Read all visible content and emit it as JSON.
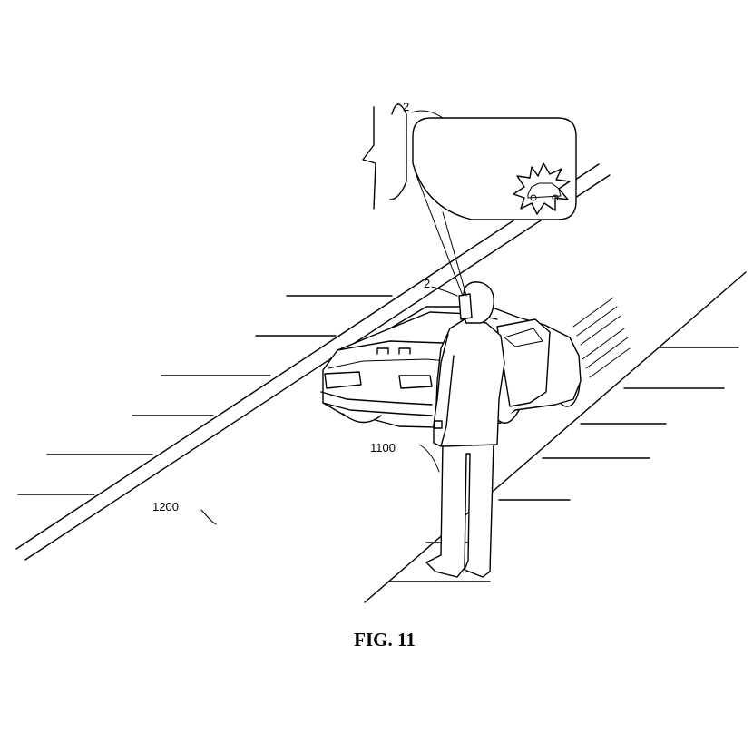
{
  "figure": {
    "caption": "FIG. 11",
    "labels": {
      "device_callout": "2",
      "device_on_user": "2",
      "user": "1100",
      "road": "1200"
    }
  }
}
